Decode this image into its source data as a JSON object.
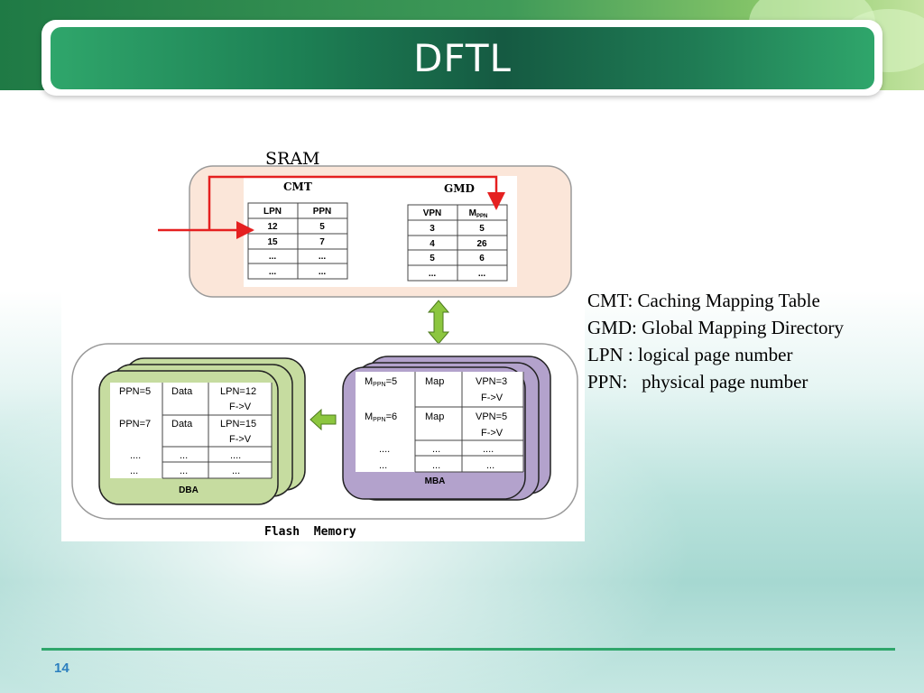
{
  "slide": {
    "title": "DFTL",
    "page_number": "14"
  },
  "diagram": {
    "sram_label": "SRAM",
    "cmt": {
      "title": "CMT",
      "headers": [
        "LPN",
        "PPN"
      ],
      "rows": [
        [
          "12",
          "5"
        ],
        [
          "15",
          "7"
        ],
        [
          "...",
          "..."
        ],
        [
          "...",
          "..."
        ]
      ]
    },
    "gmd": {
      "title": "GMD",
      "header_vpn": "VPN",
      "header_m": "M",
      "header_m_sub": "PPN",
      "rows": [
        [
          "3",
          "5"
        ],
        [
          "4",
          "26"
        ],
        [
          "5",
          "6"
        ],
        [
          "...",
          "..."
        ]
      ]
    },
    "dba": {
      "label": "DBA",
      "rows": [
        [
          "PPN=5",
          "Data",
          "LPN=12"
        ],
        [
          "",
          "",
          "F->V"
        ],
        [
          "PPN=7",
          "Data",
          "LPN=15"
        ],
        [
          "",
          "",
          "F->V"
        ],
        [
          "....",
          "...",
          "...."
        ],
        [
          "...",
          "...",
          "..."
        ]
      ]
    },
    "mba": {
      "label": "MBA",
      "m": "M",
      "m_sub": "PPN",
      "rows": [
        [
          "=5",
          "Map",
          "VPN=3"
        ],
        [
          "",
          "",
          "F->V"
        ],
        [
          "=6",
          "Map",
          "VPN=5"
        ],
        [
          "",
          "",
          "F->V"
        ],
        [
          "....",
          "...",
          "...."
        ],
        [
          "...",
          "...",
          "..."
        ]
      ]
    },
    "flash_label": "Flash  Memory"
  },
  "legend": [
    "CMT: Caching Mapping  Table",
    "GMD: Global  Mapping  Directory",
    "LPN : logical page number",
    "PPN:   physical page number"
  ],
  "colors": {
    "title_bar": "#1d8054",
    "sram_fill": "#fbe6d9",
    "dba_fill": "#c6dca0",
    "mba_fill": "#b3a2cc",
    "arrow_red": "#e52020",
    "arrow_green": "#8cc63f",
    "footer_line": "#2fa66b",
    "page_number": "#2b7fbf"
  }
}
